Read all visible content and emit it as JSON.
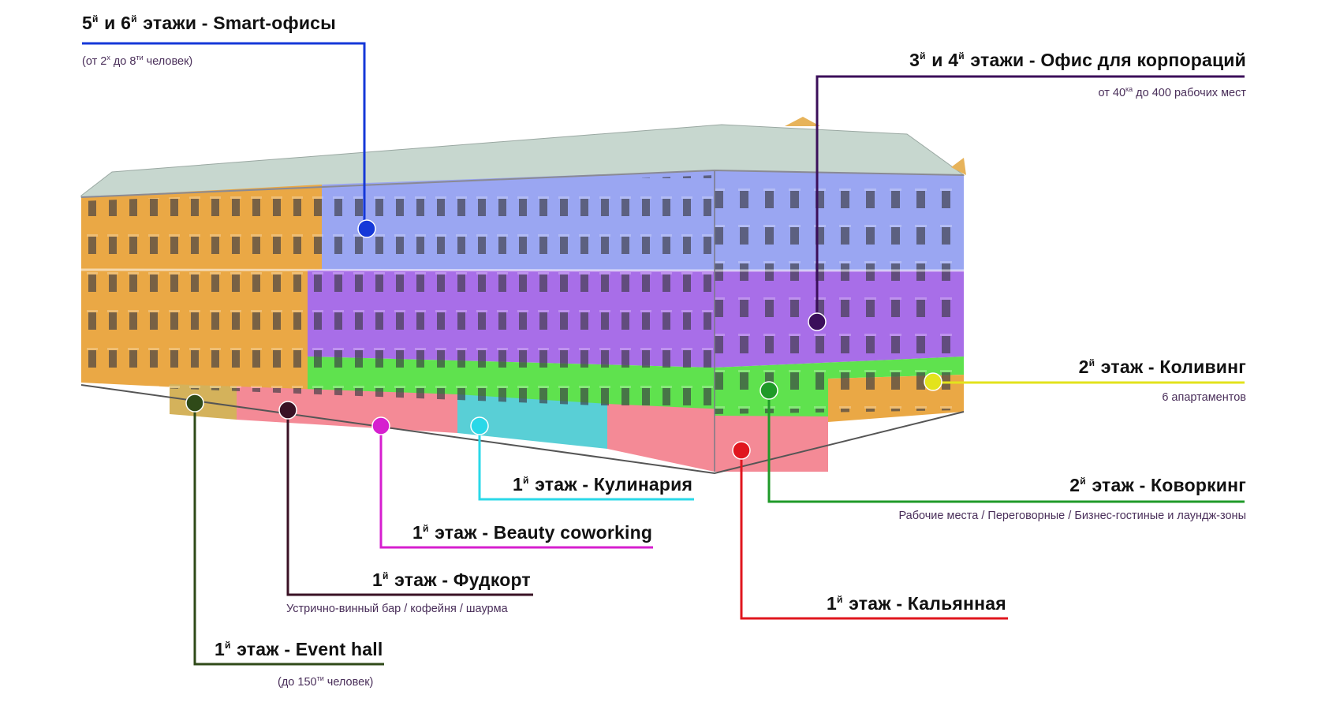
{
  "colors": {
    "smart": "#1538d8",
    "corp": "#3b0f5a",
    "coliving": "#e3e31c",
    "coworking": "#1f9a28",
    "kalyan": "#e0161e",
    "kulinar": "#2ad8e8",
    "beauty": "#d61fcf",
    "foodcourt": "#3a1225",
    "event": "#2f4a18",
    "zone_orange": "#eaa845",
    "zone_blue": "#9aa6f2",
    "zone_purple": "#a86ee8",
    "zone_green": "#5fe24e",
    "zone_pink": "#f48a96",
    "zone_cyan": "#59cfd6",
    "roof": "#c7d7cf"
  },
  "labels": {
    "smart": {
      "title_pre": "5",
      "sup1": "й",
      "mid": " и 6",
      "sup2": "й",
      "title_post": " этажи - Smart-офисы",
      "sub_pre": "(от 2",
      "sub_sup1": "х",
      "sub_mid": " до 8",
      "sub_sup2": "ти",
      "sub_post": " человек)"
    },
    "corp": {
      "title_pre": "3",
      "sup1": "й",
      "mid": " и 4",
      "sup2": "й",
      "title_post": " этажи - Офис для корпораций",
      "sub_pre": "от 40",
      "sub_sup1": "ка",
      "sub_post": " до 400 рабочих мест"
    },
    "coliving": {
      "title_pre": "2",
      "sup1": "й",
      "title_post": " этаж - Коливинг",
      "sub": "6 апартаментов"
    },
    "coworking": {
      "title_pre": "2",
      "sup1": "й",
      "title_post": " этаж - Коворкинг",
      "sub": "Рабочие места / Переговорные / Бизнес-гостиные и лаундж-зоны"
    },
    "kulinar": {
      "title_pre": "1",
      "sup1": "й",
      "title_post": " этаж - Кулинария"
    },
    "beauty": {
      "title_pre": "1",
      "sup1": "й",
      "title_post": " этаж - Beauty coworking"
    },
    "foodcourt": {
      "title_pre": "1",
      "sup1": "й",
      "title_post": " этаж - Фудкорт",
      "sub": "Устрично-винный бар / кофейня / шаурма"
    },
    "kalyan": {
      "title_pre": "1",
      "sup1": "й",
      "title_post": " этаж - Кальянная"
    },
    "event": {
      "title_pre": "1",
      "sup1": "й",
      "title_post": " этаж - Event hall",
      "sub_pre": "(до 150",
      "sub_sup1": "ти",
      "sub_post": " человек)"
    }
  }
}
